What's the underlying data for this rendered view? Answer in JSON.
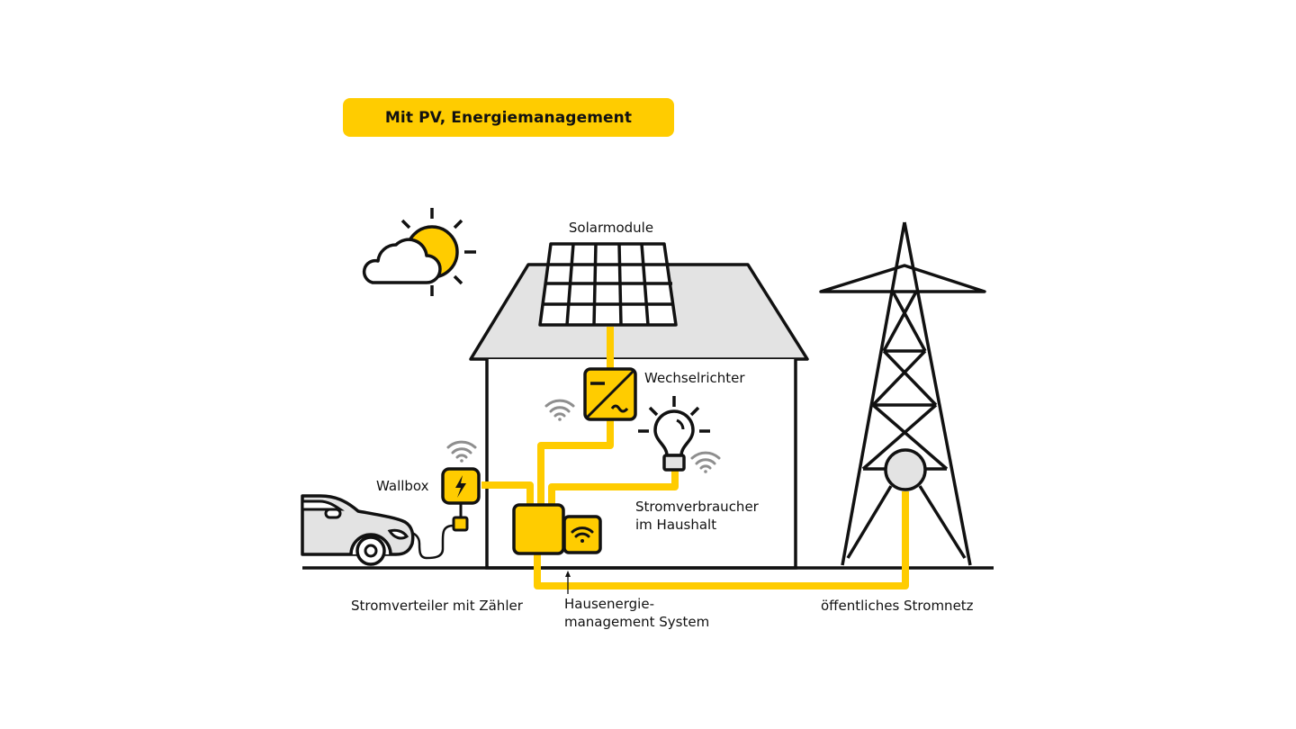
{
  "title": "Mit PV, Energiemanagement",
  "labels": {
    "solar_modules": "Solarmodule",
    "inverter": "Wechselrichter",
    "wallbox": "Wallbox",
    "consumers_line1": "Stromverbraucher",
    "consumers_line2": "im Haushalt",
    "distribution": "Stromverteiler mit Zähler",
    "hems_line1": "Hausenergie-",
    "hems_line2": "management System",
    "public_grid": "öffentliches Stromnetz"
  },
  "icons": {
    "weather": "sun-behind-cloud-icon",
    "inverter": "dc-ac-inverter-icon",
    "bulb": "light-bulb-icon",
    "wifi": "wifi-icon",
    "wallbox": "lightning-bolt-icon",
    "car": "car-icon",
    "pylon": "power-pylon-icon",
    "house": "house-icon",
    "solar_panel": "solar-panel-icon"
  },
  "colors": {
    "accent": "#FFCC00",
    "line": "#111111",
    "roof": "#E3E3E3",
    "wifi_gray": "#8E8E8E"
  }
}
